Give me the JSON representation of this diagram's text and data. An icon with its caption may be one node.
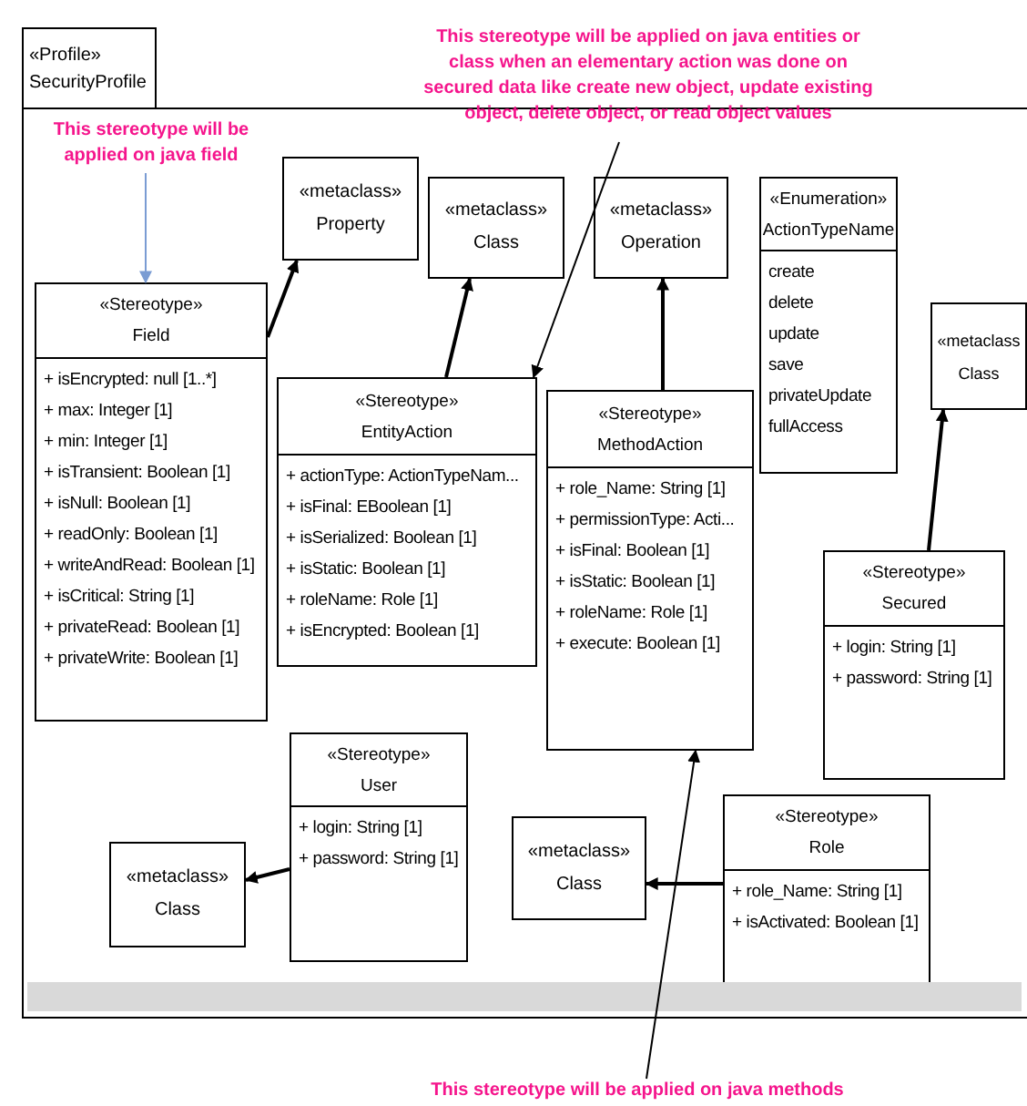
{
  "diagram": {
    "nodes": [
      {
        "text": [
          "«Profile»",
          "SecurityProfile"
        ]
      },
      {
        "text": [
          "This stereotype will be applied on java field"
        ],
        "in": 0
      },
      {
        "text": [
          "«metaclass»",
          "Property"
        ],
        "in": 0
      },
      {
        "text": [
          "«metaclass»",
          "Class"
        ],
        "in": 0
      },
      {
        "text": [
          "«metaclass»",
          "Operation"
        ],
        "in": 0
      },
      {
        "text": [
          "«Enumeration»",
          "ActionTypeName",
          "create",
          "delete",
          "update",
          "save",
          "privateUpdate",
          "fullAccess"
        ],
        "in": 0
      },
      {
        "text": [
          "«metaclass",
          "Class"
        ],
        "in": 0
      },
      {
        "text": [
          "«Stereotype»",
          "Field",
          "+ isEncrypted: null [1..*]",
          "+ max: Integer [1]",
          "+ min: Integer [1]",
          "+ isTransient: Boolean [1]",
          "+ isNull: Boolean [1]",
          "+ readOnly: Boolean [1]",
          "+ writeAndRead: Boolean [1]",
          "+ isCritical: String [1]",
          "+ privateRead: Boolean [1]",
          "+ privateWrite: Boolean [1]"
        ],
        "in": 0
      },
      {
        "text": [
          "«Stereotype»",
          "EntityAction",
          "+ actionType: ActionTypeNam...",
          "+ isFinal: EBoolean [1]",
          "+ isSerialized: Boolean [1]",
          "+ isStatic: Boolean [1]",
          "+ roleName: Role [1]",
          "+ isEncrypted: Boolean [1]"
        ],
        "in": 0
      },
      {
        "text": [
          "«Stereotype»",
          "MethodAction",
          "+ role_Name: String [1]",
          "+ permissionType: Acti...",
          "+ isFinal: Boolean [1]",
          "+ isStatic: Boolean [1]",
          "+ roleName: Role [1]",
          "+ execute: Boolean [1]"
        ],
        "in": 0
      },
      {
        "text": [
          "«Stereotype»",
          "Secured",
          "+ login: String [1]",
          "+ password: String [1]"
        ],
        "in": 0
      },
      {
        "text": [
          "«Stereotype»",
          "User",
          "+ login: String [1]",
          "+ password: String [1]"
        ],
        "in": 0
      },
      {
        "text": [
          "«metaclass»",
          "Class"
        ],
        "in": 0
      },
      {
        "text": [
          "«metaclass»",
          "Class"
        ],
        "in": 0
      },
      {
        "text": [
          "«Stereotype»",
          "Role",
          "+ role_Name: String [1]",
          "+ isActivated: Boolean [1]"
        ],
        "in": 0
      },
      {
        "text": [
          "This stereotype will be applied on java entities or class when an elementary action was done on secured data like create new object, update existing object, delete object, or read object values"
        ]
      },
      {
        "text": [
          "This stereotype will be applied on java methods"
        ]
      }
    ],
    "edges": [
      {
        "from": 1,
        "to": 7,
        "arrow": "to",
        "color": "#7a9cd3"
      },
      {
        "from": 7,
        "to": 2,
        "arrow": "to"
      },
      {
        "from": 8,
        "to": 3,
        "arrow": "to"
      },
      {
        "from": 9,
        "to": 4,
        "arrow": "to"
      },
      {
        "from": 10,
        "to": 6,
        "arrow": "to"
      },
      {
        "from": 11,
        "to": 12,
        "arrow": "to"
      },
      {
        "from": 14,
        "to": 13,
        "arrow": "to"
      },
      {
        "from": 15,
        "to": 8,
        "arrow": "to"
      },
      {
        "from": 16,
        "to": 9,
        "arrow": "to"
      }
    ]
  }
}
